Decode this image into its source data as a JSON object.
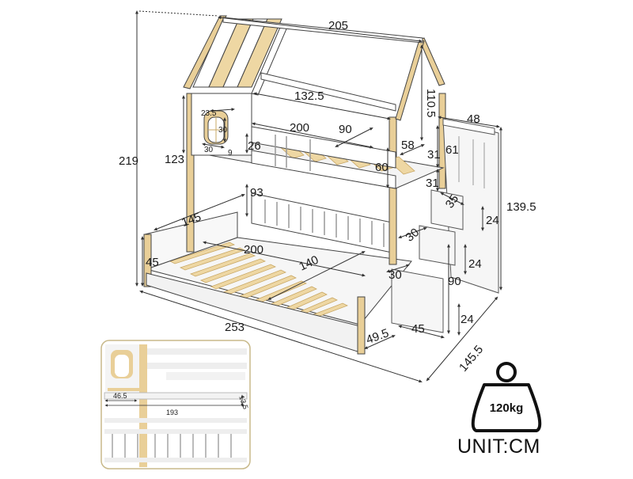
{
  "dimensions": {
    "total_width": "205",
    "total_height": "219",
    "roof_height": "110.5",
    "roof_span": "132.5",
    "window_width": "23.5",
    "window_height": "30",
    "window_base": "30",
    "window_gap": "9",
    "top_rail_height": "26",
    "top_bed_length": "200",
    "top_bed_width": "90",
    "top_guard_length": "58",
    "top_bed_height": "60",
    "upper_frame_height": "123",
    "step_top_depth": "31",
    "step_top_rise": "31",
    "step_35": "35",
    "stair_depth": "48",
    "stair_height": "61",
    "stair_total_height": "139.5",
    "step_24_a": "24",
    "step_30_a": "30",
    "lower_guard_height": "93",
    "lower_side_length": "145",
    "lower_bed_length": "200",
    "lower_bed_width": "140",
    "lower_frame_height": "45",
    "step_30_b": "30",
    "stair_lower_height": "90",
    "step_24_b": "24",
    "step_24_c": "24",
    "stair_base": "45",
    "foot_gap": "49.5",
    "total_length": "253",
    "total_depth": "145.5"
  },
  "inset": {
    "label_a": "46.5",
    "label_b": "193",
    "label_c": "13.5"
  },
  "weight": {
    "capacity": "120kg"
  },
  "unit_label": "UNIT:CM",
  "colors": {
    "wood": "#e9cf98",
    "wood_dark": "#d4b26f",
    "white_panel": "#f4f4f4",
    "line": "#222222",
    "dim_line": "#333333"
  }
}
